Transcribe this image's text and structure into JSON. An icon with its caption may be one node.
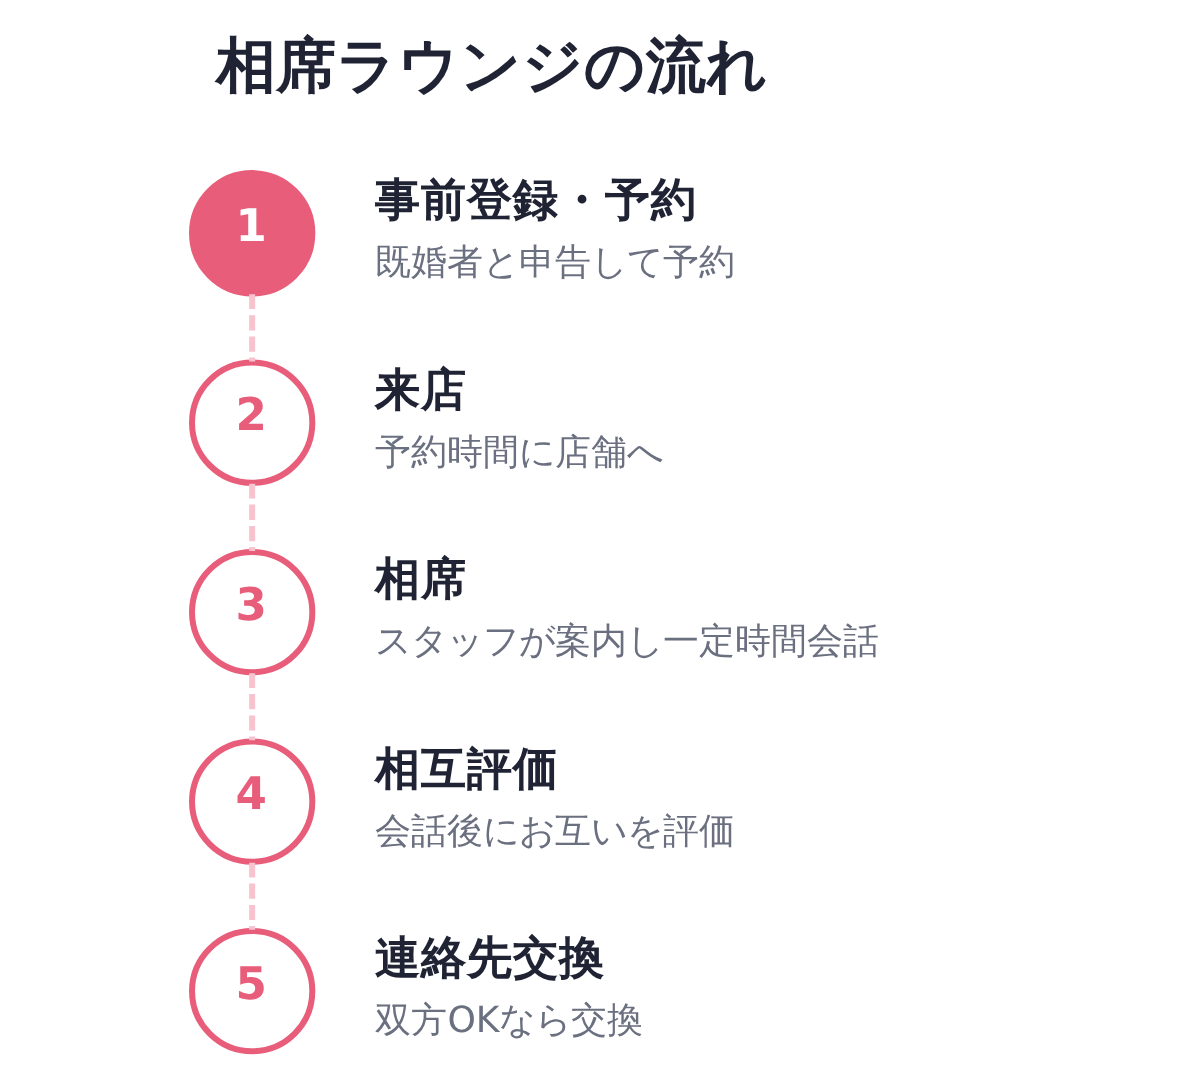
{
  "diagram": {
    "title": "相席ラウンジの流れ",
    "nodes": [
      {
        "text": [
          "1"
        ],
        "beside": [
          "事前登録・予約",
          "既婚者と申告して予約"
        ]
      },
      {
        "text": [
          "2"
        ],
        "beside": [
          "来店",
          "予約時間に店舗へ"
        ]
      },
      {
        "text": [
          "3"
        ],
        "beside": [
          "相席",
          "スタッフが案内し一定時間会話"
        ]
      },
      {
        "text": [
          "4"
        ],
        "beside": [
          "相互評価",
          "会話後にお互いを評価"
        ]
      },
      {
        "text": [
          "5"
        ],
        "beside": [
          "連絡先交換",
          "双方OKなら交換"
        ]
      }
    ],
    "edges": [
      {
        "from": 0,
        "to": 1,
        "arrow": "none",
        "style": "dashed"
      },
      {
        "from": 1,
        "to": 2,
        "arrow": "none",
        "style": "dashed"
      },
      {
        "from": 2,
        "to": 3,
        "arrow": "none",
        "style": "dashed"
      },
      {
        "from": 3,
        "to": 4,
        "arrow": "none",
        "style": "dashed"
      }
    ]
  }
}
